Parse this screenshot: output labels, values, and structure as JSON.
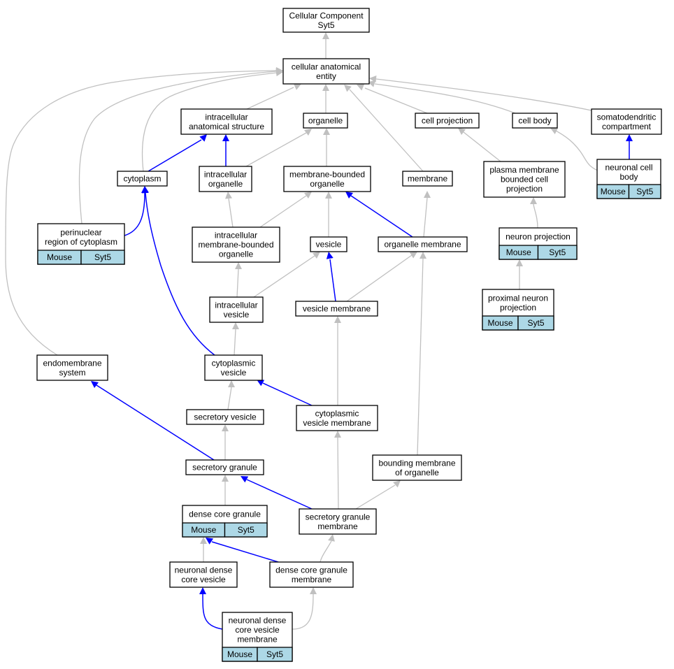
{
  "nodes": {
    "root": {
      "lines": [
        "Cellular Component",
        "Syt5"
      ]
    },
    "cae": {
      "lines": [
        "cellular anatomical",
        "entity"
      ]
    },
    "ias": {
      "lines": [
        "intracellular",
        "anatomical structure"
      ]
    },
    "organelle": {
      "lines": [
        "organelle"
      ]
    },
    "cellproj": {
      "lines": [
        "cell projection"
      ]
    },
    "cellbody": {
      "lines": [
        "cell body"
      ]
    },
    "somato": {
      "lines": [
        "somatodendritic",
        "compartment"
      ]
    },
    "cytoplasm": {
      "lines": [
        "cytoplasm"
      ]
    },
    "intorg": {
      "lines": [
        "intracellular",
        "organelle"
      ]
    },
    "mbo": {
      "lines": [
        "membrane-bounded",
        "organelle"
      ]
    },
    "membrane": {
      "lines": [
        "membrane"
      ]
    },
    "pmbcp": {
      "lines": [
        "plasma membrane",
        "bounded cell",
        "projection"
      ]
    },
    "ncb": {
      "lines": [
        "neuronal cell",
        "body"
      ],
      "annot": [
        "Mouse",
        "Syt5"
      ]
    },
    "perinuc": {
      "lines": [
        "perinuclear",
        "region of cytoplasm"
      ],
      "annot": [
        "Mouse",
        "Syt5"
      ]
    },
    "imbo": {
      "lines": [
        "intracellular",
        "membrane-bounded",
        "organelle"
      ]
    },
    "vesicle": {
      "lines": [
        "vesicle"
      ]
    },
    "orgmem": {
      "lines": [
        "organelle membrane"
      ]
    },
    "neuproj": {
      "lines": [
        "neuron projection"
      ],
      "annot": [
        "Mouse",
        "Syt5"
      ]
    },
    "proxproj": {
      "lines": [
        "proximal neuron",
        "projection"
      ],
      "annot": [
        "Mouse",
        "Syt5"
      ]
    },
    "intves": {
      "lines": [
        "intracellular",
        "vesicle"
      ]
    },
    "vesmem": {
      "lines": [
        "vesicle membrane"
      ]
    },
    "endo": {
      "lines": [
        "endomembrane",
        "system"
      ]
    },
    "cytves": {
      "lines": [
        "cytoplasmic",
        "vesicle"
      ]
    },
    "secves": {
      "lines": [
        "secretory vesicle"
      ]
    },
    "cytvesmem": {
      "lines": [
        "cytoplasmic",
        "vesicle membrane"
      ]
    },
    "secgran": {
      "lines": [
        "secretory granule"
      ]
    },
    "boundmem": {
      "lines": [
        "bounding membrane",
        "of organelle"
      ]
    },
    "dcg": {
      "lines": [
        "dense core granule"
      ],
      "annot": [
        "Mouse",
        "Syt5"
      ]
    },
    "sgm": {
      "lines": [
        "secretory granule",
        "membrane"
      ]
    },
    "ndcv": {
      "lines": [
        "neuronal dense",
        "core vesicle"
      ]
    },
    "dcgm": {
      "lines": [
        "dense core granule",
        "membrane"
      ]
    },
    "ndcvm": {
      "lines": [
        "neuronal dense",
        "core vesicle",
        "membrane"
      ],
      "annot": [
        "Mouse",
        "Syt5"
      ]
    }
  },
  "edges": [
    {
      "from": "cae",
      "to": "root",
      "type": "gray"
    },
    {
      "from": "ias",
      "to": "cae",
      "type": "gray"
    },
    {
      "from": "organelle",
      "to": "cae",
      "type": "gray"
    },
    {
      "from": "cellproj",
      "to": "cae",
      "type": "gray"
    },
    {
      "from": "cellbody",
      "to": "cae",
      "type": "gray"
    },
    {
      "from": "somato",
      "to": "cae",
      "type": "gray"
    },
    {
      "from": "cytoplasm",
      "to": "cae",
      "type": "gray"
    },
    {
      "from": "perinuc",
      "to": "cae",
      "type": "gray"
    },
    {
      "from": "endo",
      "to": "cae",
      "type": "gray"
    },
    {
      "from": "membrane",
      "to": "cae",
      "type": "gray"
    },
    {
      "from": "cytoplasm",
      "to": "ias",
      "type": "blue"
    },
    {
      "from": "intorg",
      "to": "ias",
      "type": "blue"
    },
    {
      "from": "intorg",
      "to": "organelle",
      "type": "gray"
    },
    {
      "from": "mbo",
      "to": "organelle",
      "type": "gray"
    },
    {
      "from": "pmbcp",
      "to": "cellproj",
      "type": "gray"
    },
    {
      "from": "ncb",
      "to": "cellbody",
      "type": "gray"
    },
    {
      "from": "ncb",
      "to": "somato",
      "type": "blue"
    },
    {
      "from": "perinuc",
      "to": "cytoplasm",
      "type": "blue"
    },
    {
      "from": "imbo",
      "to": "intorg",
      "type": "gray"
    },
    {
      "from": "imbo",
      "to": "mbo",
      "type": "gray"
    },
    {
      "from": "vesicle",
      "to": "mbo",
      "type": "gray"
    },
    {
      "from": "orgmem",
      "to": "mbo",
      "type": "blue"
    },
    {
      "from": "orgmem",
      "to": "membrane",
      "type": "gray"
    },
    {
      "from": "neuproj",
      "to": "pmbcp",
      "type": "gray"
    },
    {
      "from": "proxproj",
      "to": "neuproj",
      "type": "gray"
    },
    {
      "from": "intves",
      "to": "imbo",
      "type": "gray"
    },
    {
      "from": "intves",
      "to": "vesicle",
      "type": "gray"
    },
    {
      "from": "vesmem",
      "to": "vesicle",
      "type": "blue"
    },
    {
      "from": "vesmem",
      "to": "orgmem",
      "type": "gray"
    },
    {
      "from": "cytves",
      "to": "cytoplasm",
      "type": "blue"
    },
    {
      "from": "cytves",
      "to": "intves",
      "type": "gray"
    },
    {
      "from": "secves",
      "to": "cytves",
      "type": "gray"
    },
    {
      "from": "cytvesmem",
      "to": "cytves",
      "type": "blue"
    },
    {
      "from": "cytvesmem",
      "to": "vesmem",
      "type": "gray"
    },
    {
      "from": "secgran",
      "to": "endo",
      "type": "blue"
    },
    {
      "from": "secgran",
      "to": "secves",
      "type": "gray"
    },
    {
      "from": "boundmem",
      "to": "orgmem",
      "type": "gray"
    },
    {
      "from": "dcg",
      "to": "secgran",
      "type": "gray"
    },
    {
      "from": "sgm",
      "to": "secgran",
      "type": "blue"
    },
    {
      "from": "sgm",
      "to": "cytvesmem",
      "type": "gray"
    },
    {
      "from": "sgm",
      "to": "boundmem",
      "type": "gray"
    },
    {
      "from": "ndcv",
      "to": "dcg",
      "type": "gray"
    },
    {
      "from": "dcgm",
      "to": "dcg",
      "type": "blue"
    },
    {
      "from": "dcgm",
      "to": "sgm",
      "type": "gray"
    },
    {
      "from": "ndcvm",
      "to": "ndcv",
      "type": "blue"
    },
    {
      "from": "ndcvm",
      "to": "dcgm",
      "type": "gray"
    }
  ],
  "colors": {
    "relation_is_a": "#c0c0c0",
    "relation_part_of": "#0000ff",
    "annotation_fill": "#add8e6"
  }
}
